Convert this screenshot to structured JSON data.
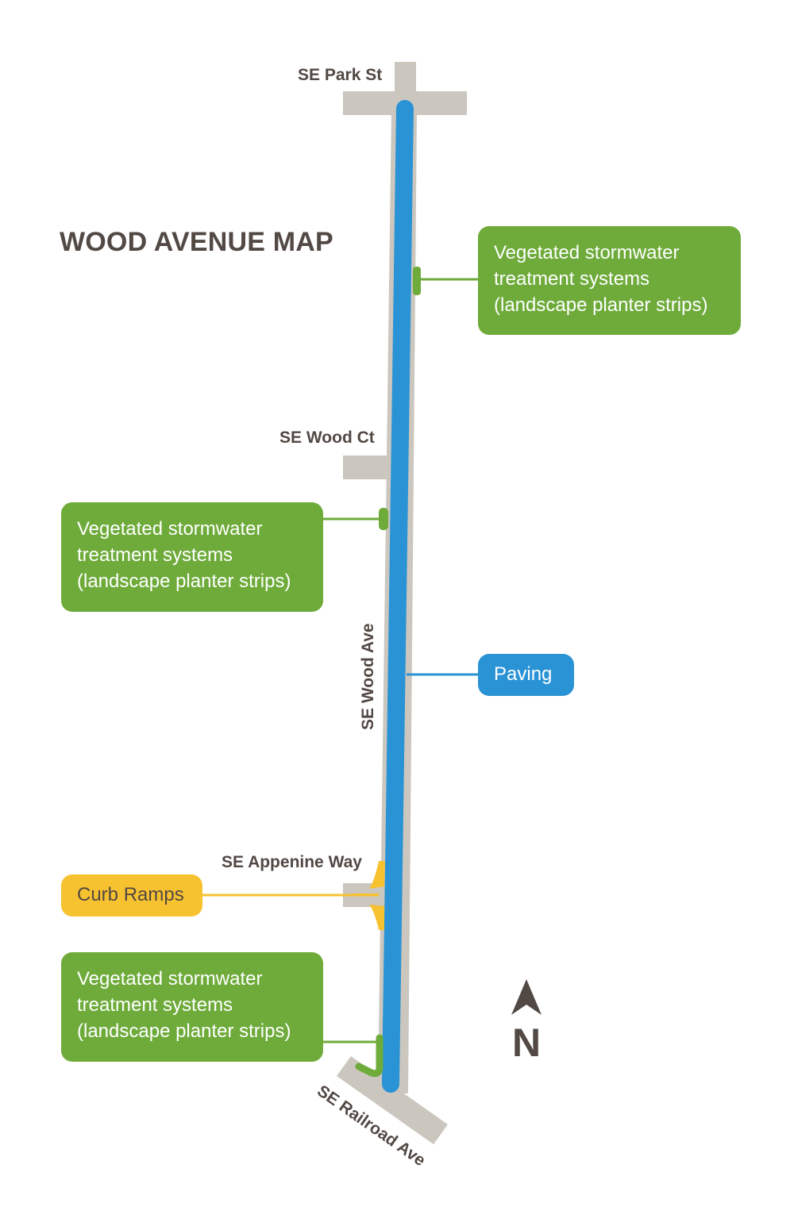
{
  "title": "WOOD AVENUE MAP",
  "streets": {
    "park": "SE Park St",
    "wood_ct": "SE Wood Ct",
    "wood_ave": "SE Wood Ave",
    "appenine": "SE Appenine Way",
    "railroad": "SE Railroad Ave"
  },
  "callouts": {
    "vegetated_top": [
      "Vegetated stormwater",
      "treatment systems",
      "(landscape planter strips)"
    ],
    "vegetated_mid": [
      "Vegetated stormwater",
      "treatment systems",
      "(landscape planter strips)"
    ],
    "vegetated_bottom": [
      "Vegetated stormwater",
      "treatment systems",
      "(landscape planter strips)"
    ],
    "paving": "Paving",
    "curb_ramps": "Curb Ramps"
  },
  "north_label": "N",
  "colors": {
    "paving": "#2a93d5",
    "vegetated": "#6eab3a",
    "curb_ramps": "#f7c22f",
    "road": "#cbc6be",
    "text": "#524844"
  },
  "icons": [
    "north-arrow-icon"
  ]
}
